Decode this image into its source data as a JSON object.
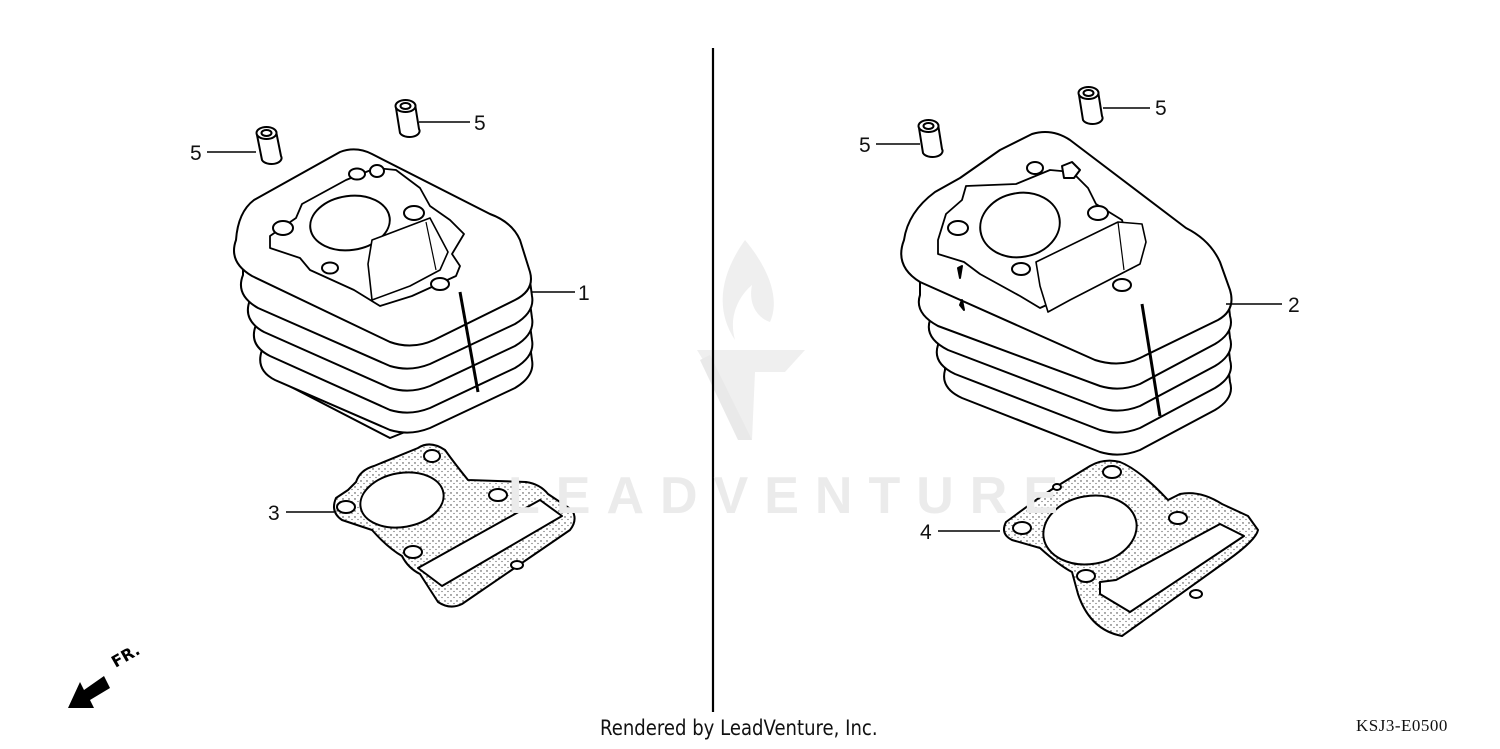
{
  "diagram": {
    "title_code": "KSJ3-E0500",
    "credit": "Rendered by LeadVenture, Inc.",
    "front_indicator": "FR.",
    "watermark": "LEADVENTURE",
    "colors": {
      "line": "#000000",
      "background": "#ffffff",
      "watermark": "#ebebeb"
    }
  },
  "panels": [
    {
      "side": "left",
      "parts": [
        {
          "ref": "1",
          "label": "1",
          "name": "cylinder"
        },
        {
          "ref": "3",
          "label": "3",
          "name": "cylinder-base-gasket"
        },
        {
          "ref": "5a",
          "label": "5",
          "name": "dowel-pin"
        },
        {
          "ref": "5b",
          "label": "5",
          "name": "dowel-pin"
        }
      ]
    },
    {
      "side": "right",
      "parts": [
        {
          "ref": "2",
          "label": "2",
          "name": "cylinder"
        },
        {
          "ref": "4",
          "label": "4",
          "name": "cylinder-base-gasket"
        },
        {
          "ref": "5c",
          "label": "5",
          "name": "dowel-pin"
        },
        {
          "ref": "5d",
          "label": "5",
          "name": "dowel-pin"
        }
      ]
    }
  ]
}
